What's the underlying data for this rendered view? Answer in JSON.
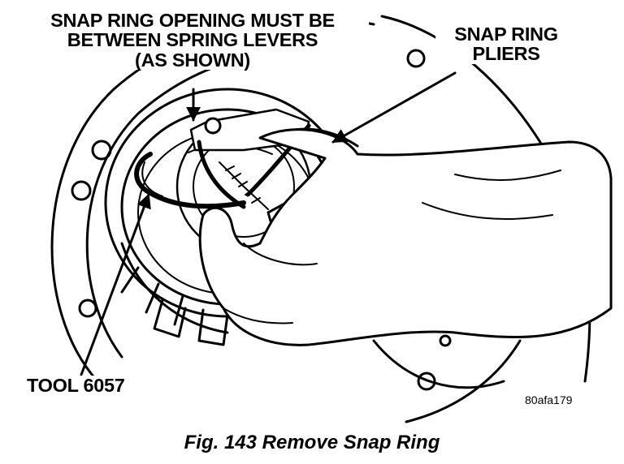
{
  "callouts": {
    "snap_ring_opening": [
      "SNAP RING OPENING MUST BE",
      "BETWEEN SPRING LEVERS",
      "(AS SHOWN)"
    ],
    "snap_ring_pliers": [
      "SNAP RING",
      "PLIERS"
    ],
    "tool": "TOOL 6057"
  },
  "figure_id": "80afa179",
  "caption": "Fig. 143 Remove Snap Ring"
}
